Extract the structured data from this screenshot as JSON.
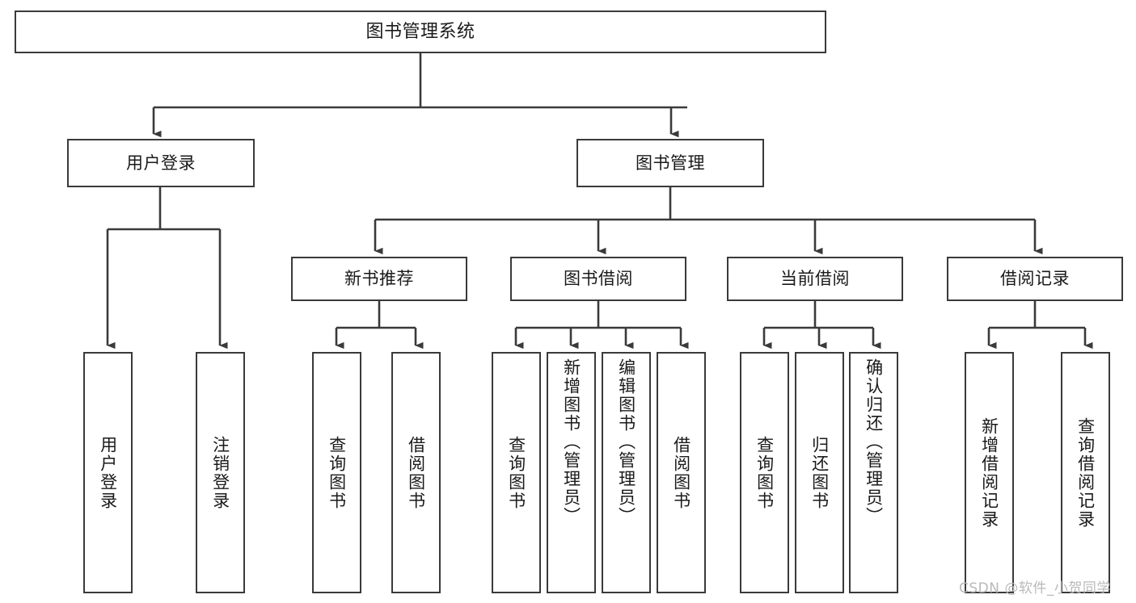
{
  "diagram": {
    "title": "图书管理系统",
    "type": "tree-hierarchy-chart",
    "root": {
      "label": "图书管理系统"
    },
    "level2": [
      {
        "label": "用户登录"
      },
      {
        "label": "图书管理"
      }
    ],
    "level3": [
      {
        "label": "新书推荐"
      },
      {
        "label": "图书借阅"
      },
      {
        "label": "当前借阅"
      },
      {
        "label": "借阅记录"
      }
    ],
    "leaves": {
      "user_login": [
        {
          "label": "用户登录"
        },
        {
          "label": "注销登录"
        }
      ],
      "new_book_recommend": [
        {
          "label": "查询图书"
        },
        {
          "label": "借阅图书"
        }
      ],
      "book_borrow": [
        {
          "label": "查询图书"
        },
        {
          "label": "新增图书（管理员）"
        },
        {
          "label": "编辑图书（管理员）"
        },
        {
          "label": "借阅图书"
        }
      ],
      "current_borrow": [
        {
          "label": "查询图书"
        },
        {
          "label": "归还图书"
        },
        {
          "label": "确认归还（管理员）"
        }
      ],
      "borrow_record": [
        {
          "label": "新增借阅记录"
        },
        {
          "label": "查询借阅记录"
        }
      ]
    }
  },
  "watermark": {
    "text": "CSDN @软件_小贺同学"
  },
  "colors": {
    "box_border": "#3a3a3a",
    "box_fill": "#ffffff",
    "edge": "#3a3a3a",
    "text": "#1a1a1a",
    "watermark": "#b9b9b9",
    "background": "#ffffff"
  }
}
